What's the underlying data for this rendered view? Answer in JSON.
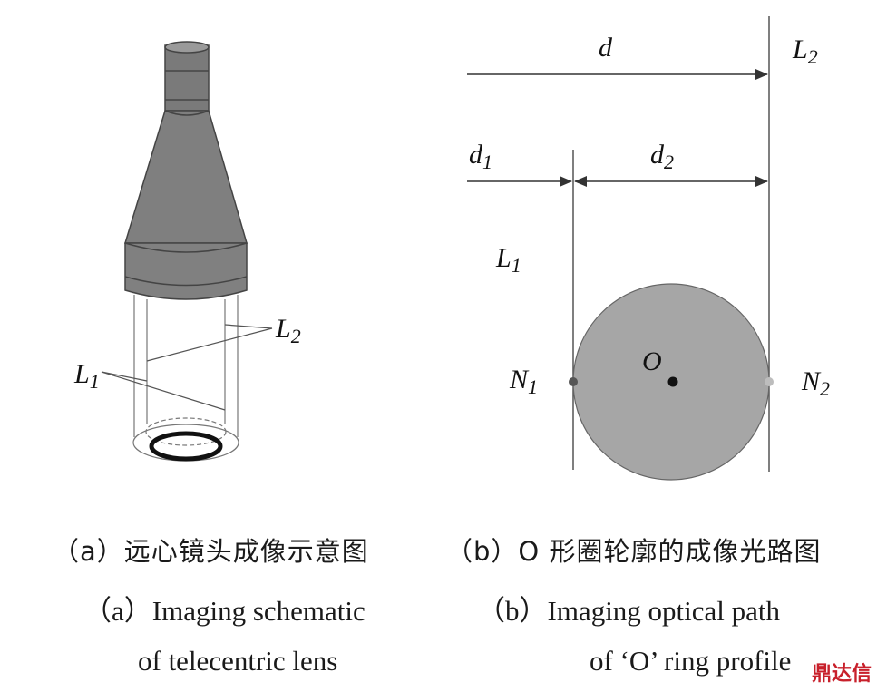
{
  "figure_a": {
    "label_L1": "L",
    "label_L1_sub": "1",
    "label_L2": "L",
    "label_L2_sub": "2"
  },
  "figure_b": {
    "label_d": "d",
    "label_d1": "d",
    "label_d1_sub": "1",
    "label_d2": "d",
    "label_d2_sub": "2",
    "label_L1": "L",
    "label_L1_sub": "1",
    "label_L2": "L",
    "label_L2_sub": "2",
    "label_O": "O",
    "label_N1": "N",
    "label_N1_sub": "1",
    "label_N2": "N",
    "label_N2_sub": "2"
  },
  "captions": {
    "a_zh": "（a）远心镜头成像示意图",
    "b_zh": "（b）O 形圈轮廓的成像光路图",
    "a_en_line1": "（a）Imaging schematic",
    "a_en_line2": "of telecentric lens",
    "b_en_line1": "（b）Imaging optical path",
    "b_en_line2": "of ‘O’ ring profile"
  },
  "watermark": "鼎达信"
}
